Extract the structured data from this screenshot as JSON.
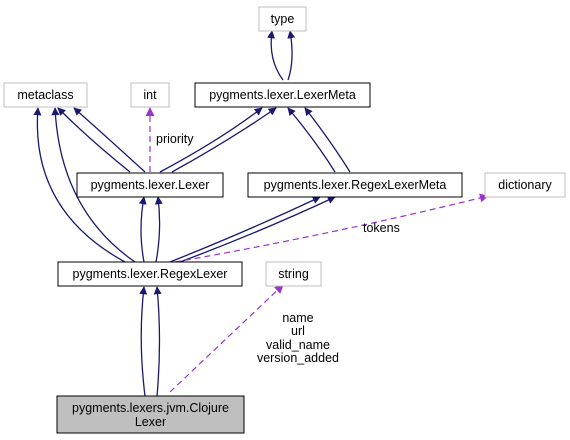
{
  "colors": {
    "inheritance_edge": "#191970",
    "usage_edge": "#9a32cd",
    "node_border_black": "#000000",
    "node_border_grey": "#bfbfbf",
    "focus_fill": "#bfbfbf",
    "background": "#ffffff"
  },
  "nodes": {
    "type": {
      "label": "type"
    },
    "metaclass": {
      "label": "metaclass"
    },
    "int": {
      "label": "int"
    },
    "lexer_meta": {
      "label": "pygments.lexer.LexerMeta"
    },
    "lexer": {
      "label": "pygments.lexer.Lexer"
    },
    "regex_lexer_meta": {
      "label": "pygments.lexer.RegexLexerMeta"
    },
    "dictionary": {
      "label": "dictionary"
    },
    "regex_lexer": {
      "label": "pygments.lexer.RegexLexer"
    },
    "string": {
      "label": "string"
    },
    "clojure_lexer": {
      "label_line1": "pygments.lexers.jvm.Clojure",
      "label_line2": "Lexer"
    }
  },
  "edge_labels": {
    "priority": "priority",
    "tokens": "tokens",
    "string_fields": [
      "name",
      "url",
      "valid_name",
      "version_added"
    ]
  }
}
